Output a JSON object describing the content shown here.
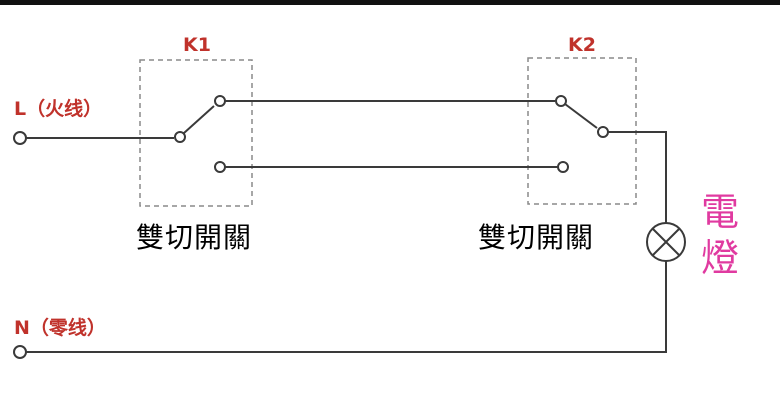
{
  "live_label": "L（火线）",
  "neutral_label": "N（零线）",
  "switch1": {
    "id": "K1",
    "caption": "雙切開關"
  },
  "switch2": {
    "id": "K2",
    "caption": "雙切開關"
  },
  "lamp": {
    "char1": "電",
    "char2": "燈"
  },
  "colors": {
    "wire": "#3a3a3a",
    "label_red": "#c0322b",
    "lamp_pink": "#e03aa0",
    "box_dash": "#8a8a8a"
  }
}
